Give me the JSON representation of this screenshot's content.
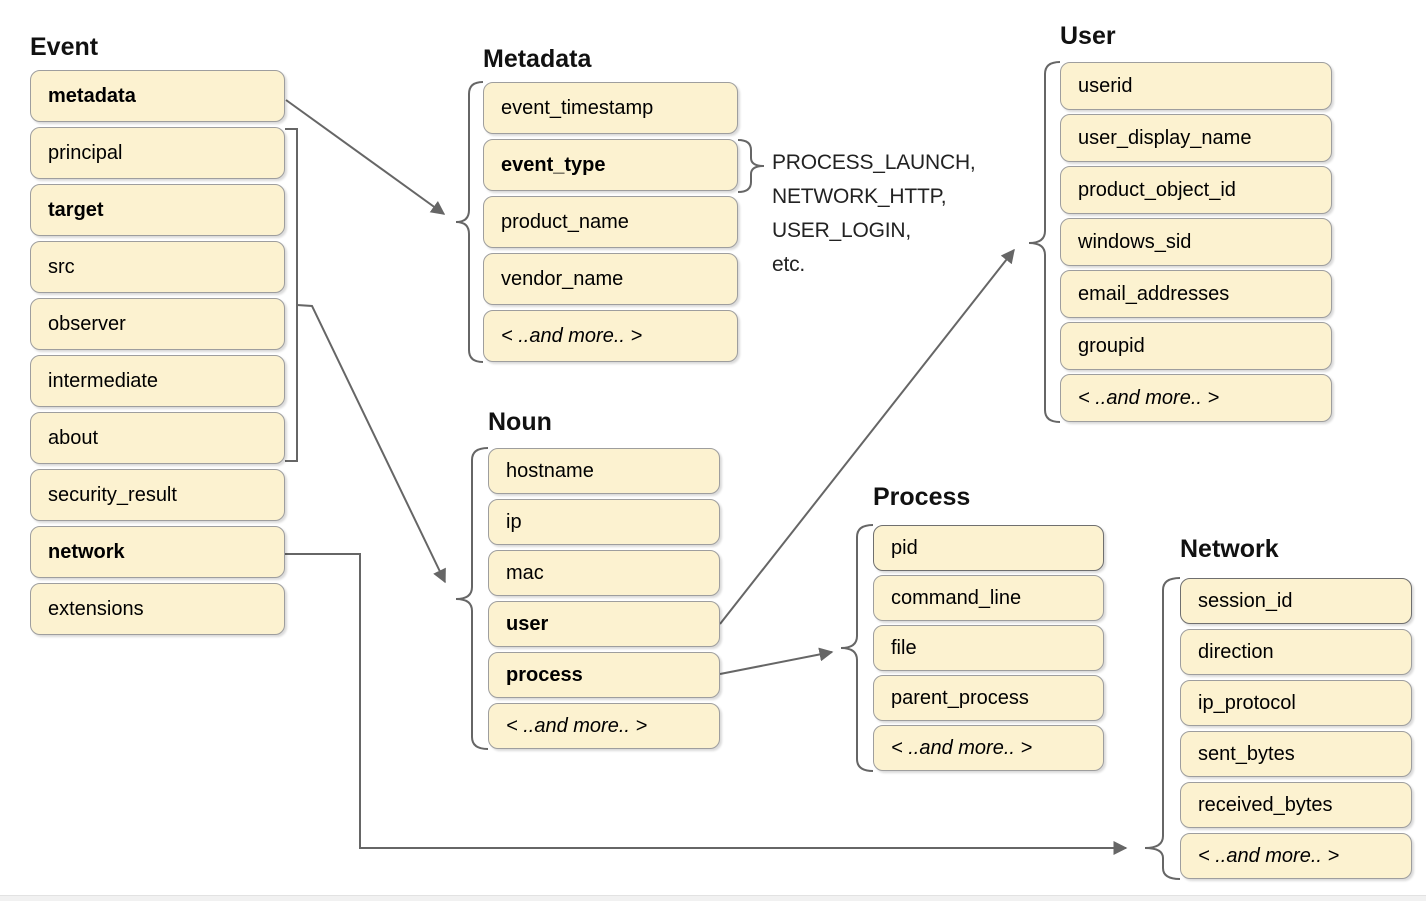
{
  "diagram": {
    "groups": {
      "event": {
        "title": "Event",
        "items": [
          {
            "label": "metadata"
          },
          {
            "label": "principal"
          },
          {
            "label": "target"
          },
          {
            "label": "src"
          },
          {
            "label": "observer"
          },
          {
            "label": "intermediate"
          },
          {
            "label": "about"
          },
          {
            "label": "security_result"
          },
          {
            "label": "network"
          },
          {
            "label": "extensions"
          }
        ]
      },
      "metadata": {
        "title": "Metadata",
        "items": [
          {
            "label": "event_timestamp"
          },
          {
            "label": "event_type"
          },
          {
            "label": "product_name"
          },
          {
            "label": "vendor_name"
          },
          {
            "label": "< ..and more.. >"
          }
        ]
      },
      "user": {
        "title": "User",
        "items": [
          {
            "label": "userid"
          },
          {
            "label": "user_display_name"
          },
          {
            "label": "product_object_id"
          },
          {
            "label": "windows_sid"
          },
          {
            "label": "email_addresses"
          },
          {
            "label": "groupid"
          },
          {
            "label": "< ..and more.. >"
          }
        ]
      },
      "noun": {
        "title": "Noun",
        "items": [
          {
            "label": "hostname"
          },
          {
            "label": "ip"
          },
          {
            "label": "mac"
          },
          {
            "label": "user"
          },
          {
            "label": "process"
          },
          {
            "label": "< ..and more.. >"
          }
        ]
      },
      "process": {
        "title": "Process",
        "items": [
          {
            "label": "pid"
          },
          {
            "label": "command_line"
          },
          {
            "label": "file"
          },
          {
            "label": "parent_process"
          },
          {
            "label": "< ..and more.. >"
          }
        ]
      },
      "network": {
        "title": "Network",
        "items": [
          {
            "label": "session_id"
          },
          {
            "label": "direction"
          },
          {
            "label": "ip_protocol"
          },
          {
            "label": "sent_bytes"
          },
          {
            "label": "received_bytes"
          },
          {
            "label": "< ..and more.. >"
          }
        ]
      }
    },
    "annotation": {
      "lines": [
        "PROCESS_LAUNCH,",
        "NETWORK_HTTP,",
        "USER_LOGIN,",
        "etc."
      ]
    },
    "colors": {
      "box_fill": "#FCF2D0",
      "box_border": "#9E9E9E",
      "connector": "#666666",
      "text": "#000000"
    }
  }
}
